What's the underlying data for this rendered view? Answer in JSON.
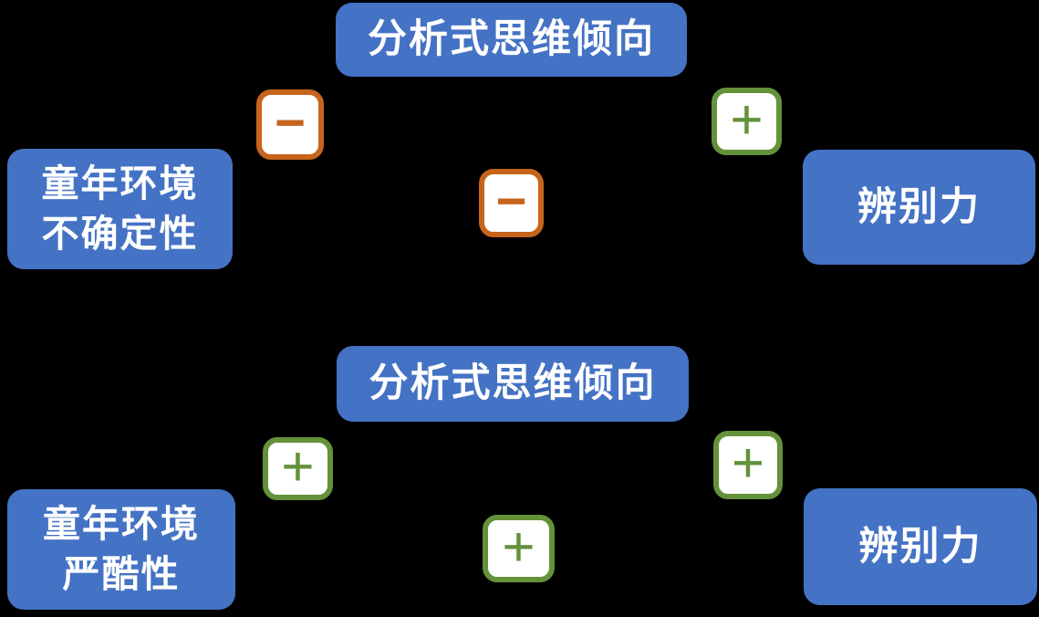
{
  "colors": {
    "background": "#000000",
    "node_fill": "#4472C4",
    "node_text": "#FFFFFF",
    "negative_sign": "#C7641C",
    "positive_sign": "#63923A",
    "sign_fill": "#FFFFFF"
  },
  "diagrams": [
    {
      "name": "childhood-uncertainty-mediation-model",
      "mediator": "分析式思维倾向",
      "predictor_line1": "童年环境",
      "predictor_line2": "不确定性",
      "outcome": "辨别力",
      "signs": {
        "predictor_to_mediator": "−",
        "mediator_to_outcome": "+",
        "predictor_to_outcome": "−"
      }
    },
    {
      "name": "childhood-harshness-mediation-model",
      "mediator": "分析式思维倾向",
      "predictor_line1": "童年环境",
      "predictor_line2": "严酷性",
      "outcome": "辨别力",
      "signs": {
        "predictor_to_mediator": "+",
        "mediator_to_outcome": "+",
        "predictor_to_outcome": "+"
      }
    }
  ]
}
